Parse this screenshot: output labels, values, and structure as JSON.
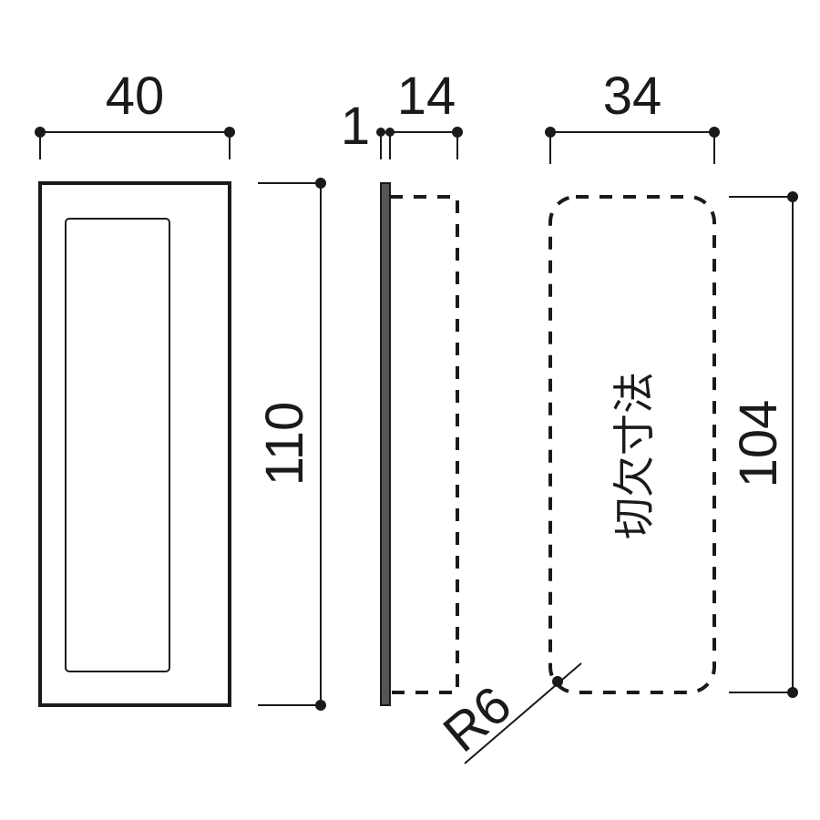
{
  "front_view": {
    "width_label": "40",
    "height_label": "110"
  },
  "side_view": {
    "thickness_label": "1",
    "depth_label": "14"
  },
  "cutout": {
    "width_label": "34",
    "height_label": "104",
    "title": "切欠寸法",
    "radius_label": "R6"
  },
  "colors": {
    "line": "#1a1a1a",
    "plate_side": "#555555"
  }
}
